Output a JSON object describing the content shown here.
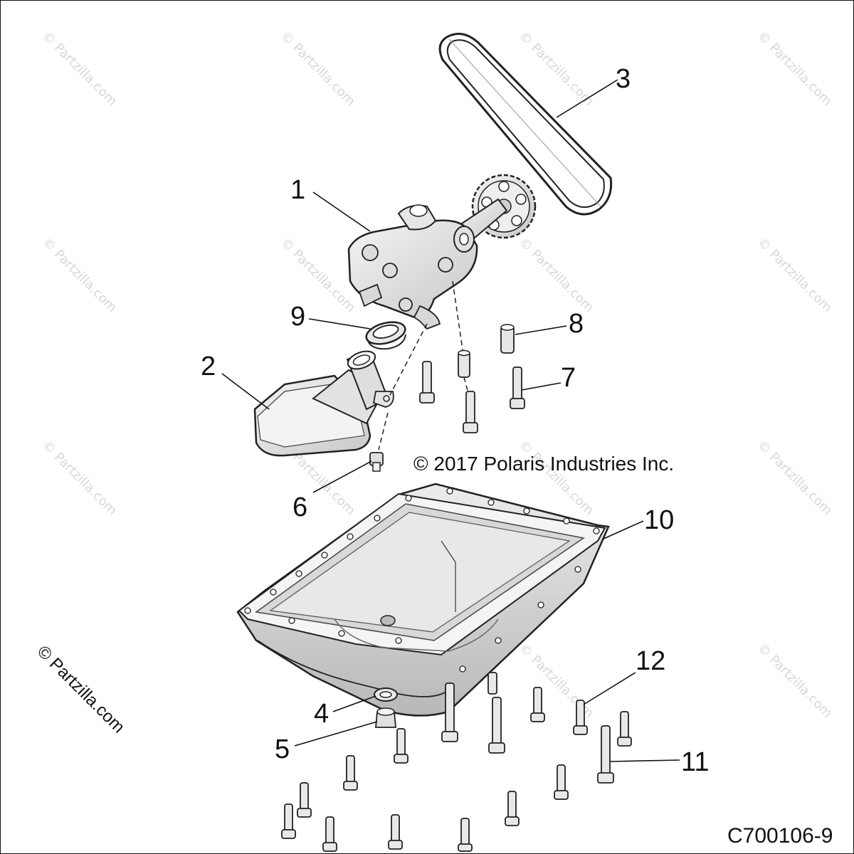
{
  "diagram": {
    "copyright": "© 2017 Polaris Industries Inc.",
    "drawing_code": "C700106-9",
    "watermark": "© Partzilla.com",
    "callouts": [
      {
        "id": "1",
        "label": "1"
      },
      {
        "id": "2",
        "label": "2"
      },
      {
        "id": "3",
        "label": "3"
      },
      {
        "id": "4",
        "label": "4"
      },
      {
        "id": "5",
        "label": "5"
      },
      {
        "id": "6",
        "label": "6"
      },
      {
        "id": "7",
        "label": "7"
      },
      {
        "id": "8",
        "label": "8"
      },
      {
        "id": "9",
        "label": "9"
      },
      {
        "id": "10",
        "label": "10"
      },
      {
        "id": "11",
        "label": "11"
      },
      {
        "id": "12",
        "label": "12"
      }
    ]
  }
}
